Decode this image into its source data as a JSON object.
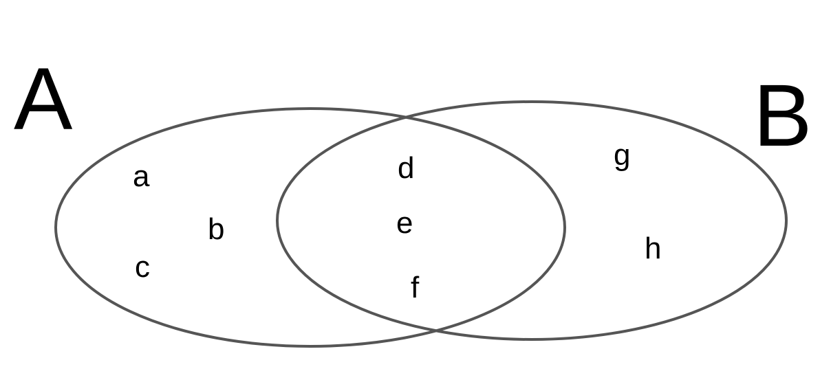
{
  "venn": {
    "outline_color": "#555555",
    "text_color": "#000000",
    "set_a": {
      "label": "A",
      "only_elements": [
        "a",
        "b",
        "c"
      ]
    },
    "set_b": {
      "label": "B",
      "only_elements": [
        "g",
        "h"
      ]
    },
    "intersection": {
      "elements": [
        "d",
        "e",
        "f"
      ]
    }
  }
}
